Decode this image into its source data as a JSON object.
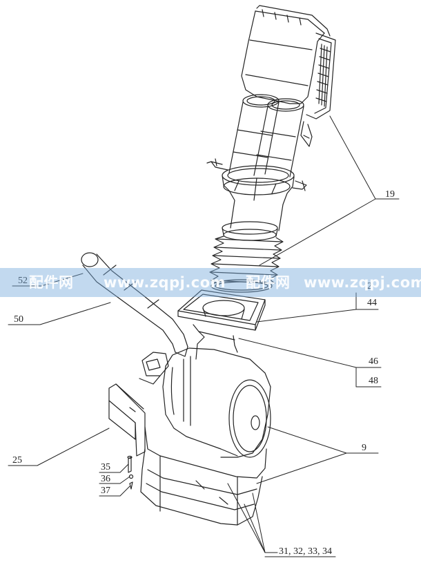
{
  "labels": {
    "l19": "19",
    "l2": "2",
    "l44": "44",
    "l46": "46",
    "l48": "48",
    "l50": "50",
    "l52": "52",
    "l25": "25",
    "l9": "9",
    "l35": "35",
    "l36": "36",
    "l37": "37",
    "l31": "31, 32, 33, 34"
  },
  "watermark": {
    "left_cn": "配件网",
    "left_url": "www.zqpj.com",
    "right_cn": "配件网",
    "right_url": "www.zqpj.com"
  },
  "colors": {
    "line": "#222222",
    "watermark_band": "#7aaadc",
    "watermark_text": "#ffffff"
  }
}
